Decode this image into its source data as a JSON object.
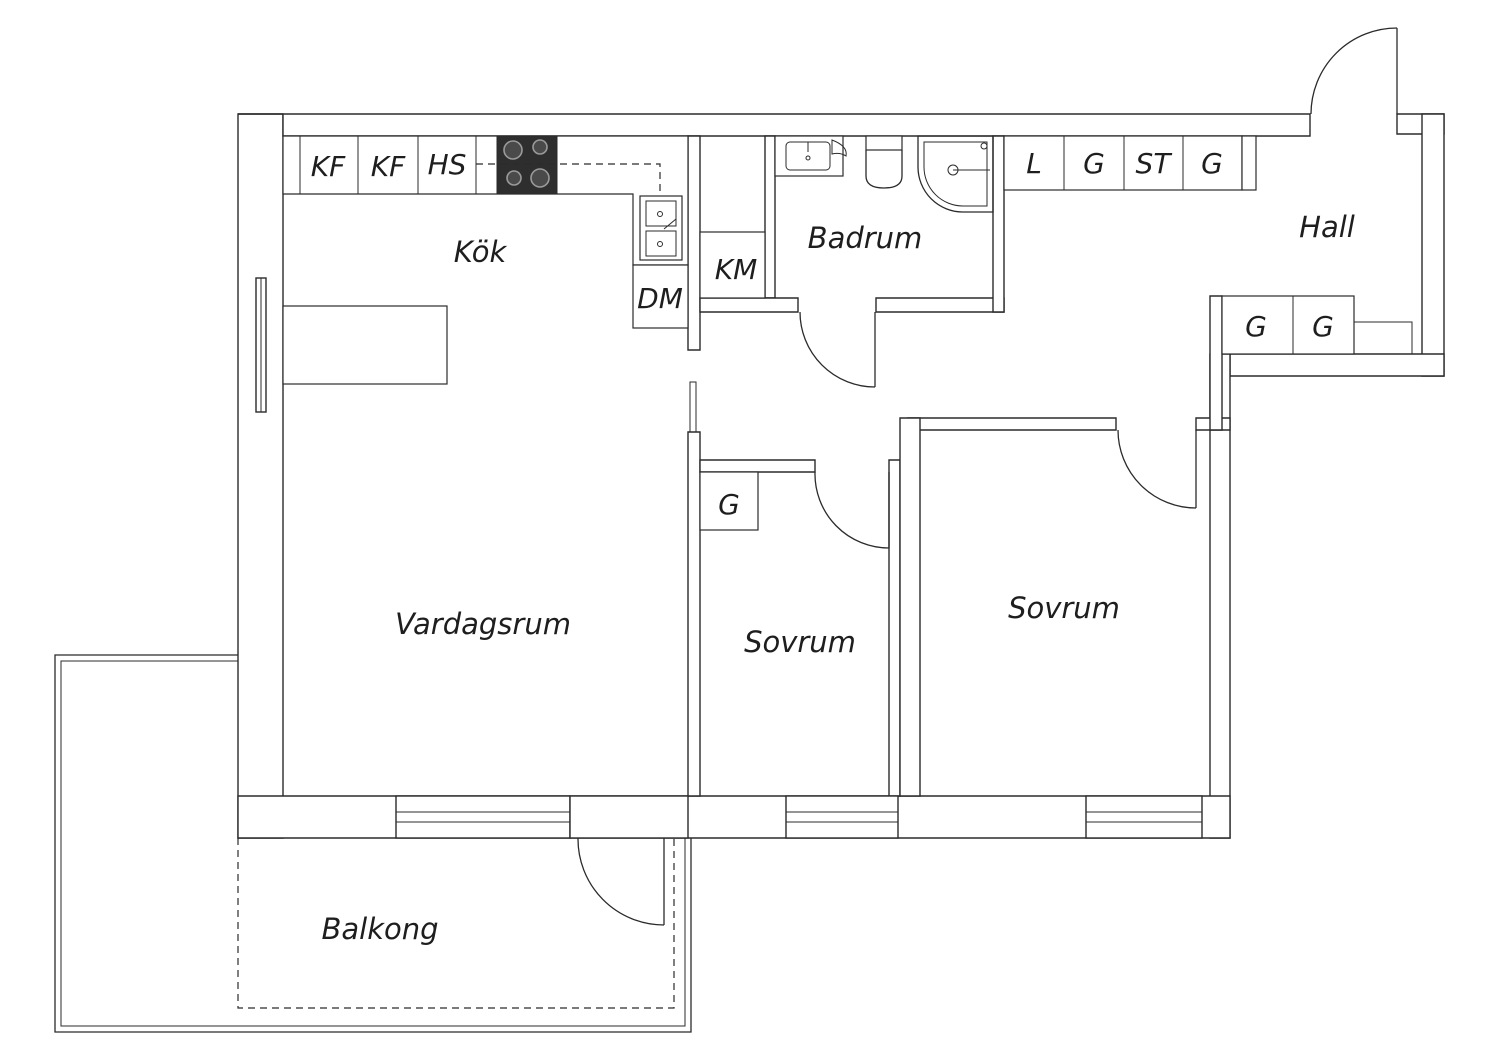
{
  "floorplan": {
    "rooms": {
      "kitchen": "Kök",
      "bathroom": "Badrum",
      "hall": "Hall",
      "living_room": "Vardagsrum",
      "bedroom_small": "Sovrum",
      "bedroom_large": "Sovrum",
      "balcony": "Balkong"
    },
    "fixtures": {
      "kf1": "KF",
      "kf2": "KF",
      "hs": "HS",
      "dm": "DM",
      "km": "KM",
      "hall_l": "L",
      "hall_g1": "G",
      "hall_st": "ST",
      "hall_g2": "G",
      "hall_g3": "G",
      "hall_g4": "G",
      "bedroom_g": "G"
    }
  }
}
